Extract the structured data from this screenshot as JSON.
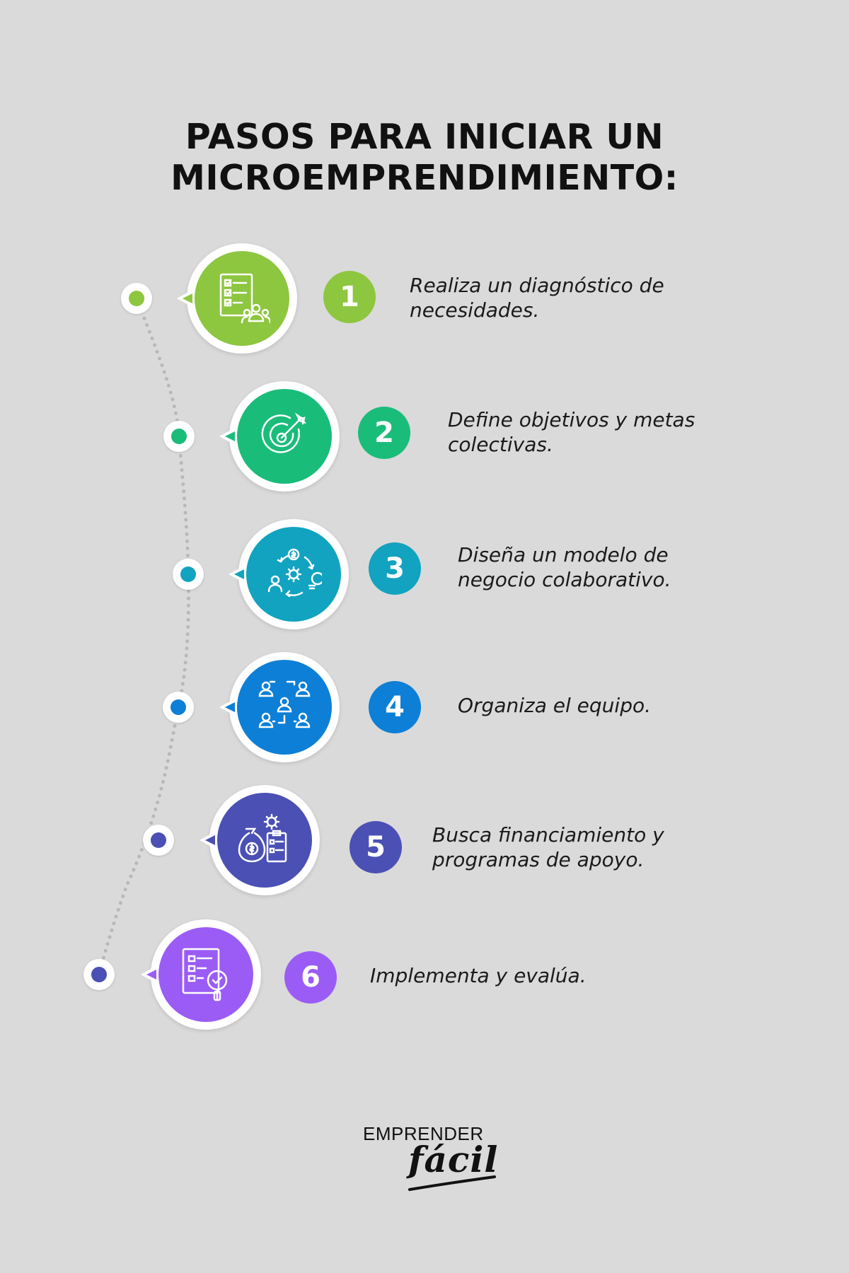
{
  "title": {
    "line1": "PASOS PARA INICIAR UN",
    "line2": "MICROEMPRENDIMIENTO:"
  },
  "steps": [
    {
      "number": "1",
      "text": "Realiza un diagnóstico de necesidades.",
      "color": "#8dc63f",
      "icon": "checklist-people-icon"
    },
    {
      "number": "2",
      "text": "Define objetivos y metas colectivas.",
      "color": "#1abc7a",
      "icon": "target-arrow-icon"
    },
    {
      "number": "3",
      "text": "Diseña un modelo de negocio colaborativo.",
      "color": "#11a3c0",
      "icon": "business-cycle-icon"
    },
    {
      "number": "4",
      "text": "Organiza el equipo.",
      "color": "#0d7fd6",
      "icon": "team-structure-icon"
    },
    {
      "number": "5",
      "text": "Busca financiamiento y programas de apoyo.",
      "color": "#4b50b4",
      "icon": "money-bag-plan-icon"
    },
    {
      "number": "6",
      "text": "Implementa y evalúa.",
      "color": "#9b5cf5",
      "icon": "checklist-review-icon"
    }
  ],
  "logo": {
    "top": "EMPRENDER",
    "bottom": "fácil"
  }
}
